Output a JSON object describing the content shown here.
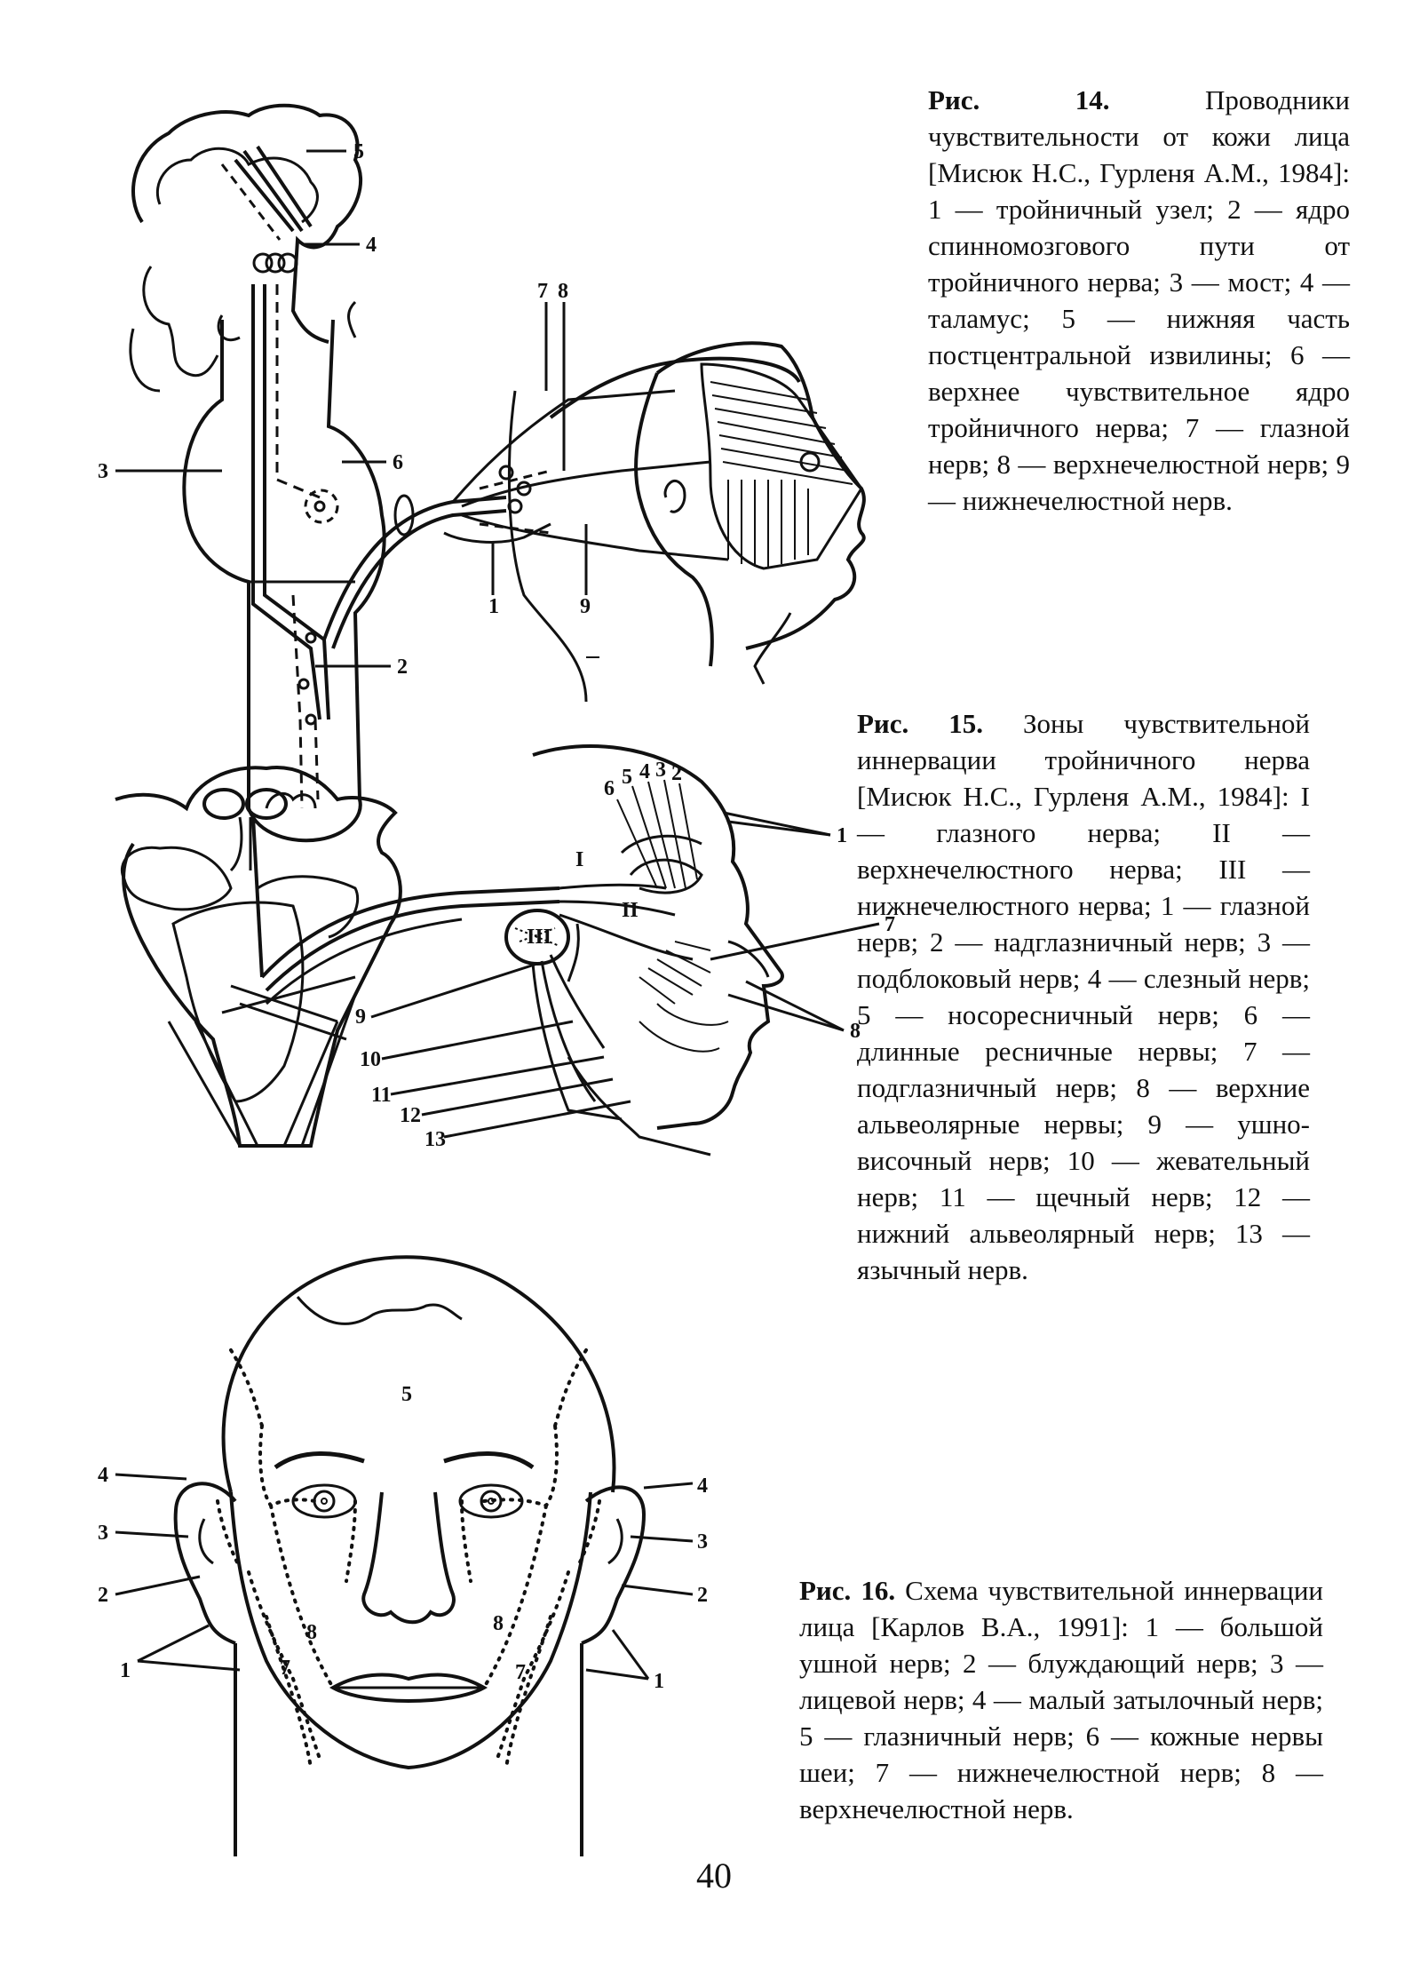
{
  "figures": [
    {
      "number": "Рис. 14.",
      "caption": "Проводники чувствительности от кожи лица [Мисюк Н.С., Гурленя А.М., 1984]: 1 — тройничный узел; 2 — ядро спинномозгового пути от тройничного нерва; 3 — мост; 4 — таламус; 5 — нижняя часть постцентральной извилины; 6 — верхнее чувствительное ядро тройничного нерва; 7 — глазной нерв; 8 — верхнечелюстной нерв; 9 — нижнечелюстной нерв.",
      "labels": [
        "1",
        "2",
        "3",
        "4",
        "5",
        "6",
        "7",
        "8",
        "9"
      ]
    },
    {
      "number": "Рис. 15.",
      "caption": "Зоны чувствительной иннервации тройничного нерва [Мисюк Н.С., Гурленя А.М., 1984]: I — глазного нерва; II — верхнечелюстного нерва; III — нижнечелюстного нерва; 1 — глазной нерв; 2 — надглазничный нерв; 3 — подблоковый нерв; 4 — слезный нерв; 5 — носоресничный нерв; 6 — длинные ресничные нервы; 7 — подглазничный нерв; 8 — верхние альвеолярные нервы; 9 — ушно-височный нерв; 10 — жевательный нерв; 11 — щечный нерв; 12 — нижний альвеолярный нерв; 13 — язычный нерв.",
      "labels": [
        "1",
        "2",
        "3",
        "4",
        "5",
        "6",
        "7",
        "8",
        "9",
        "10",
        "11",
        "12",
        "13"
      ],
      "zone_labels": [
        "I",
        "II",
        "III"
      ]
    },
    {
      "number": "Рис. 16.",
      "caption": "Схема чувствительной иннервации лица [Карлов В.А., 1991]: 1 — большой ушной нерв; 2 — блуждающий нерв; 3 — лицевой нерв; 4 — малый затылочный нерв; 5 — глазничный нерв; 6 — кожные нервы шеи; 7 — нижнечелюстной нерв; 8 — верхнечелюстной нерв.",
      "labels": [
        "1",
        "2",
        "3",
        "4",
        "5",
        "7",
        "8"
      ]
    }
  ],
  "page_number": "40"
}
